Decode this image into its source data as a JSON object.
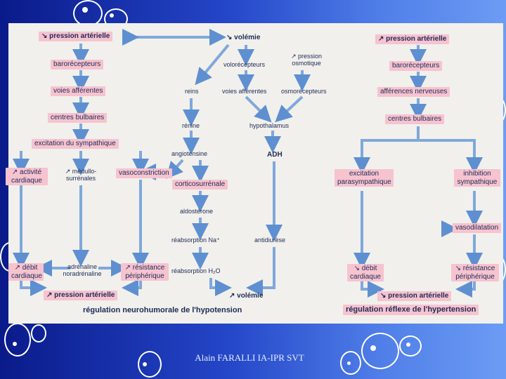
{
  "colors": {
    "background_left": "#0a1a8a",
    "background_right": "#6c9cf4",
    "box": "#f6c3cf",
    "arrow": "#7fa8dc",
    "text": "#1e2a55"
  },
  "left": {
    "pression_arterielle": "↘ pression artérielle",
    "baroreceptors": "barorécepteurs",
    "voies_afferentes": "voies afférentes",
    "centres_bulbaires": "centres bulbaires",
    "excitation_sympathique": "excitation du sympathique",
    "activite_cardiaque": "↗ activité cardiaque",
    "medullo_surrenales": "↗ médullo-surrénales",
    "vasoconstriction": "vasoconstriction",
    "debit_cardiaque": "↗ débit cardiaque",
    "adrenaline": "adrénaline noradrénaline",
    "resistance_peripherique": "↗ résistance périphérique",
    "pression_result": "↗ pression artérielle",
    "caption": "régulation neurohumorale de l'hypotension"
  },
  "middle": {
    "volemie": "↘ volémie",
    "pression_osmotique": "↗ pression osmotique",
    "volorecepteurs": "volorécepteurs",
    "reins": "reins",
    "voies_afferentes": "voies afférentes",
    "osmorecepteurs": "osmorécepteurs",
    "renine": "rénine",
    "hypothalamus": "hypothalamus",
    "angiotensine": "angiotensine",
    "adh": "ADH",
    "corticosurrenale": "corticosurrénale",
    "aldosterone": "aldostérone",
    "reabsorption_na": "réabsorption Na⁺",
    "antidiurese": "antidiurèse",
    "reabsorption_h2o": "réabsorption H₂O",
    "volemie_result": "↗ volémie"
  },
  "right": {
    "pression_arterielle": "↗ pression artérielle",
    "baroreceptors": "barorécepteurs",
    "afferences_nerveuses": "afférences nerveuses",
    "centres_bulbaires": "centres bulbaires",
    "excitation_parasympathique": "excitation parasympathique",
    "inhibition_sympathique": "inhibition sympathique",
    "vasodilatation": "vasodilatation",
    "debit_cardiaque": "↘ débit cardiaque",
    "resistance_peripherique": "↘ résistance périphérique",
    "pression_result": "↘ pression artérielle",
    "caption": "régulation réflexe de l'hypertension"
  },
  "footer": {
    "author": "Alain FARALLI IA-IPR SVT"
  }
}
